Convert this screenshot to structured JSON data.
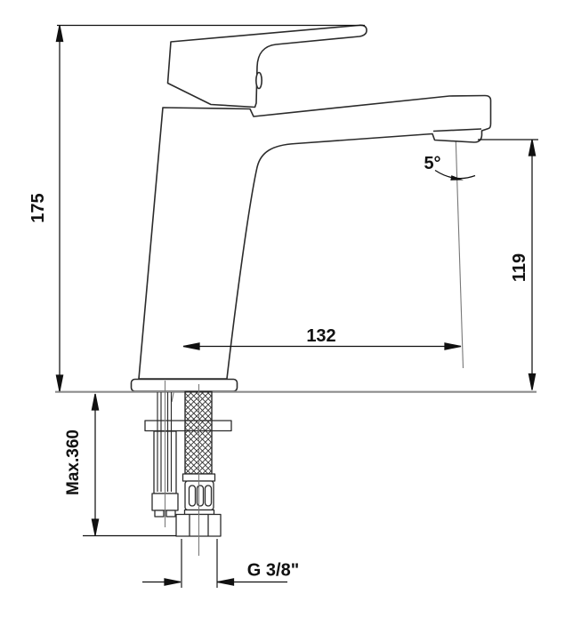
{
  "drawing": {
    "labels": {
      "total_height": "175",
      "outlet_height": "119",
      "reach": "132",
      "angle": "5°",
      "max_mount": "Max.360",
      "thread": "G 3/8\""
    },
    "colors": {
      "dimension_line": "#111111",
      "outline": "#2b2b2b",
      "counter_surface": "#8c8c8c",
      "centerline": "#777777",
      "background": "#ffffff"
    }
  }
}
